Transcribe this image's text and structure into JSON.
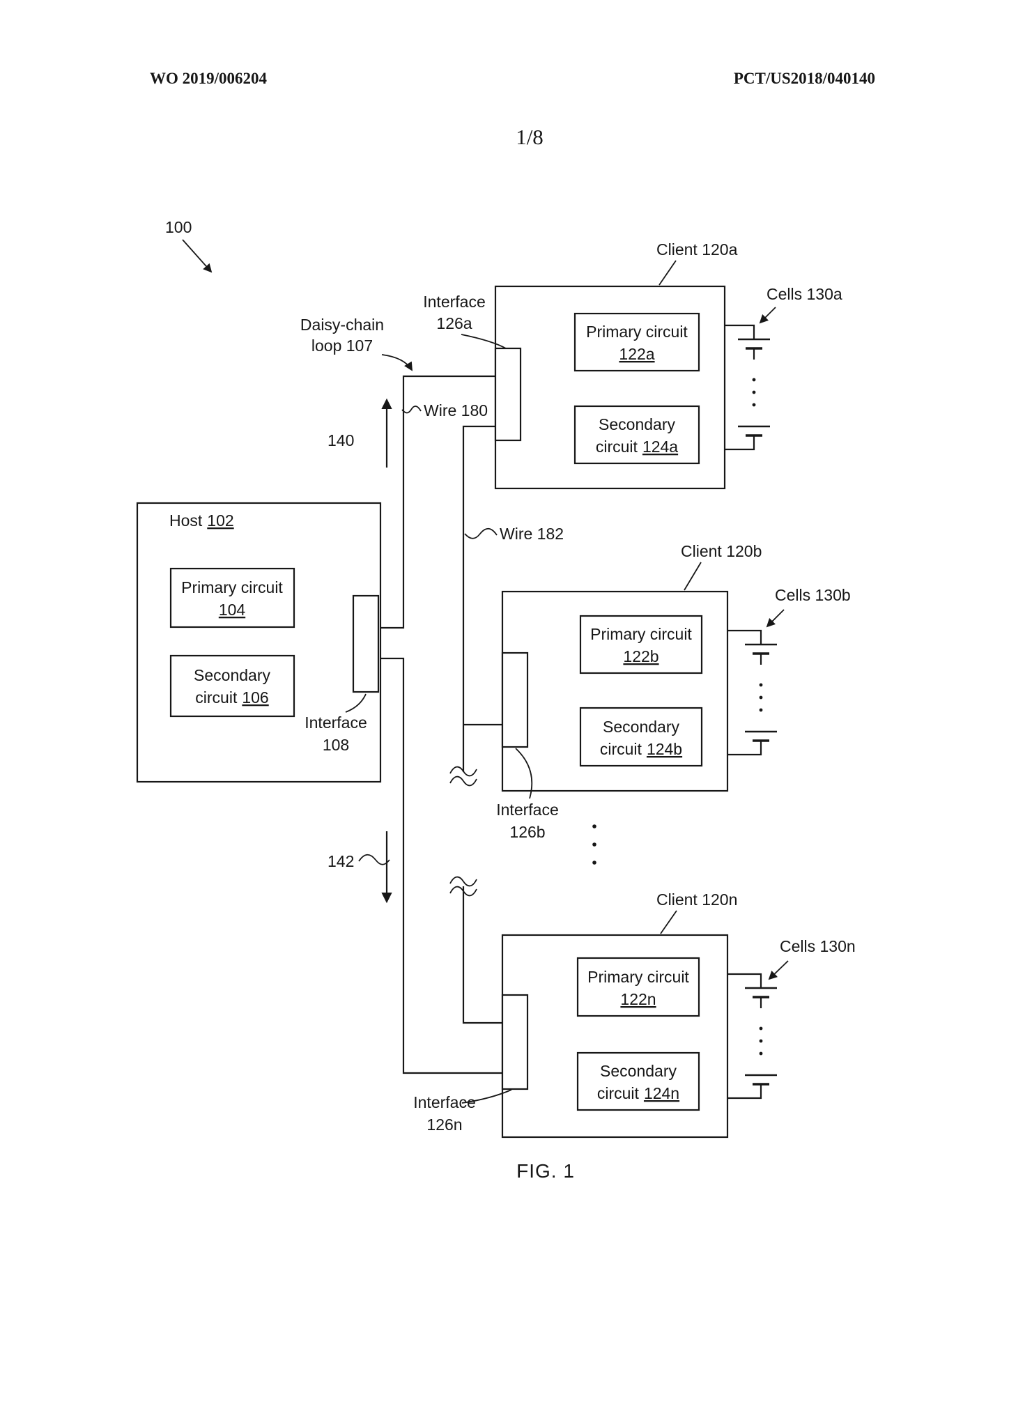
{
  "page": {
    "header_left": "WO 2019/006204",
    "header_right": "PCT/US2018/040140",
    "sheet_number": "1/8",
    "figure_caption": "FIG. 1"
  },
  "diagram": {
    "ref_100": "100",
    "ref_140": "140",
    "ref_142": "142",
    "daisy_chain_line1": "Daisy-chain",
    "daisy_chain_line2": "loop 107",
    "wire_180": "Wire 180",
    "wire_182": "Wire 182",
    "host": {
      "title": "Host",
      "title_num": "102",
      "primary_label": "Primary circuit",
      "primary_num": "104",
      "secondary_label1": "Secondary",
      "secondary_label2": "circuit",
      "secondary_num": "106",
      "interface_label1": "Interface",
      "interface_label2": "108"
    },
    "clients": [
      {
        "title": "Client 120a",
        "primary_label": "Primary circuit",
        "primary_num": "122a",
        "secondary_label1": "Secondary",
        "secondary_label2": "circuit",
        "secondary_num": "124a",
        "interface_label1": "Interface",
        "interface_label2": "126a",
        "cells_label": "Cells 130a"
      },
      {
        "title": "Client 120b",
        "primary_label": "Primary circuit",
        "primary_num": "122b",
        "secondary_label1": "Secondary",
        "secondary_label2": "circuit",
        "secondary_num": "124b",
        "interface_label1": "Interface",
        "interface_label2": "126b",
        "cells_label": "Cells 130b"
      },
      {
        "title": "Client 120n",
        "primary_label": "Primary circuit",
        "primary_num": "122n",
        "secondary_label1": "Secondary",
        "secondary_label2": "circuit",
        "secondary_num": "124n",
        "interface_label1": "Interface",
        "interface_label2": "126n",
        "cells_label": "Cells 130n"
      }
    ]
  }
}
